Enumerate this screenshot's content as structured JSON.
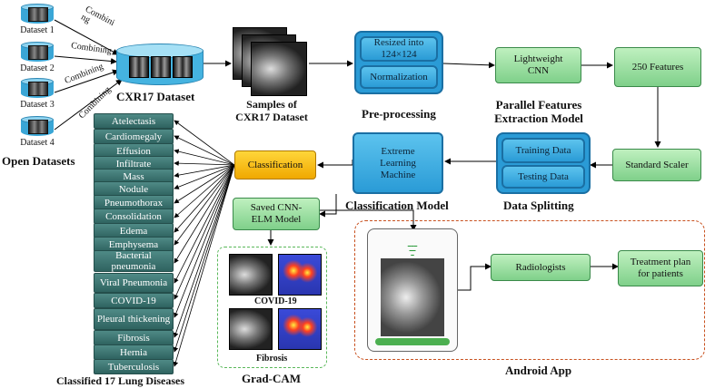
{
  "datasets": [
    {
      "label": "Dataset 1"
    },
    {
      "label": "Dataset 2"
    },
    {
      "label": "Dataset 3"
    },
    {
      "label": "Dataset 4"
    }
  ],
  "combining": [
    "Combini ng",
    "Combining",
    "Combining",
    "Combining"
  ],
  "open_datasets_label": "Open Datasets",
  "cxr17_label": "CXR17 Dataset",
  "samples_label": [
    "Samples of",
    "CXR17 Dataset"
  ],
  "preprocessing": {
    "resize": [
      "Resized into",
      "124×124"
    ],
    "normalization": "Normalization",
    "label": "Pre-processing"
  },
  "cnn": {
    "box": [
      "Lightweight",
      "CNN"
    ],
    "features": "250 Features",
    "label": [
      "Parallel Features",
      "Extraction Model"
    ],
    "scaler": "Standard Scaler"
  },
  "splitting": {
    "training": "Training Data",
    "testing": "Testing Data",
    "label": "Data Splitting"
  },
  "elm": {
    "box": [
      "Extreme",
      "Learning",
      "Machine"
    ],
    "label": "Classification Model"
  },
  "classification": "Classification",
  "saved_model": [
    "Saved CNN-",
    "ELM Model"
  ],
  "gradcam": {
    "covid": "COVID-19",
    "fibrosis": "Fibrosis",
    "label": "Grad-CAM"
  },
  "diseases": [
    "Atelectasis",
    "Cardiomegaly",
    "Effusion",
    "Infiltrate",
    "Mass",
    "Nodule",
    "Pneumothorax",
    "Consolidation",
    "Edema",
    "Emphysema",
    "Bacterial pneumonia",
    "Viral Pneumonia",
    "COVID-19",
    "Pleural thickening",
    "Fibrosis",
    "Hernia",
    "Tuberculosis"
  ],
  "diseases_label": "Classified 17 Lung Diseases",
  "android": {
    "radiologists": "Radiologists",
    "treatment": [
      "Treatment plan",
      "for patients"
    ],
    "label": "Android App"
  },
  "colors": {
    "blue_box": "#2a9bd6",
    "green_box": "#7fd08a",
    "orange_box": "#f0a800",
    "disease_box": "#2f6360",
    "android_border": "#c8501e",
    "gradcam_border": "#5ab85a"
  }
}
